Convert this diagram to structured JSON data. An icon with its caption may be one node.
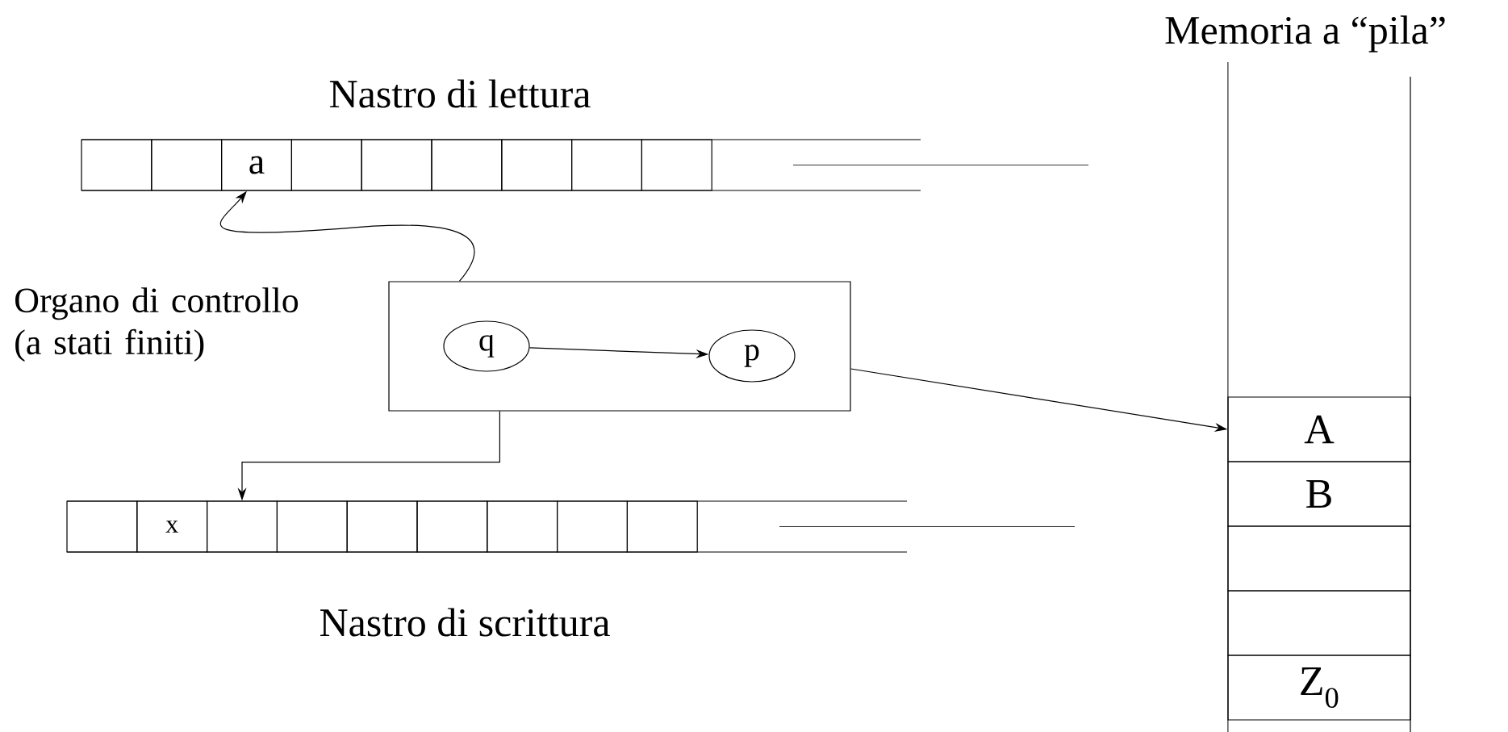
{
  "diagram": {
    "nodes": [
      {
        "text": [
          "Nastro di lettura"
        ]
      },
      {
        "text": [],
        "shape": "box",
        "in": 0
      },
      {
        "text": [],
        "shape": "box",
        "in": 0
      },
      {
        "text": [
          "a"
        ],
        "in": 0
      },
      {
        "text": [],
        "shape": "box",
        "in": 0
      },
      {
        "text": [],
        "shape": "box",
        "in": 0
      },
      {
        "text": [],
        "shape": "box",
        "in": 0
      },
      {
        "text": [],
        "shape": "box",
        "in": 0
      },
      {
        "text": [],
        "shape": "box",
        "in": 0
      },
      {
        "text": [],
        "shape": "box",
        "in": 0
      },
      {
        "text": [],
        "shape": "box",
        "beside": [
          "Organo di controllo (a stati finiti)"
        ]
      },
      {
        "text": [
          "q"
        ],
        "in": 10
      },
      {
        "text": [
          "p"
        ],
        "in": 10
      },
      {
        "text": [
          "Nastro di scrittura"
        ]
      },
      {
        "text": [],
        "shape": "box",
        "in": 13
      },
      {
        "text": [
          "x"
        ],
        "in": 13
      },
      {
        "text": [],
        "shape": "box",
        "in": 13
      },
      {
        "text": [],
        "shape": "box",
        "in": 13
      },
      {
        "text": [],
        "shape": "box",
        "in": 13
      },
      {
        "text": [],
        "shape": "box",
        "in": 13
      },
      {
        "text": [],
        "shape": "box",
        "in": 13
      },
      {
        "text": [],
        "shape": "box",
        "in": 13
      },
      {
        "text": [],
        "shape": "box",
        "in": 13
      },
      {
        "text": [
          "Memoria a “pila”"
        ]
      },
      {
        "text": [
          "A"
        ],
        "in": 23
      },
      {
        "text": [
          "B"
        ],
        "in": 23
      },
      {
        "text": [],
        "shape": "box",
        "in": 23
      },
      {
        "text": [],
        "shape": "box",
        "in": 23
      },
      {
        "text": [
          "Z$_{0}$"
        ],
        "in": 23
      }
    ],
    "edges": [
      {
        "from": 10,
        "to": 3,
        "arrow": "to"
      },
      {
        "from": 10,
        "to": 16,
        "arrow": "to"
      },
      {
        "from": 11,
        "to": 12,
        "arrow": "to"
      },
      {
        "from": 10,
        "to": 24,
        "arrow": "to"
      }
    ]
  }
}
